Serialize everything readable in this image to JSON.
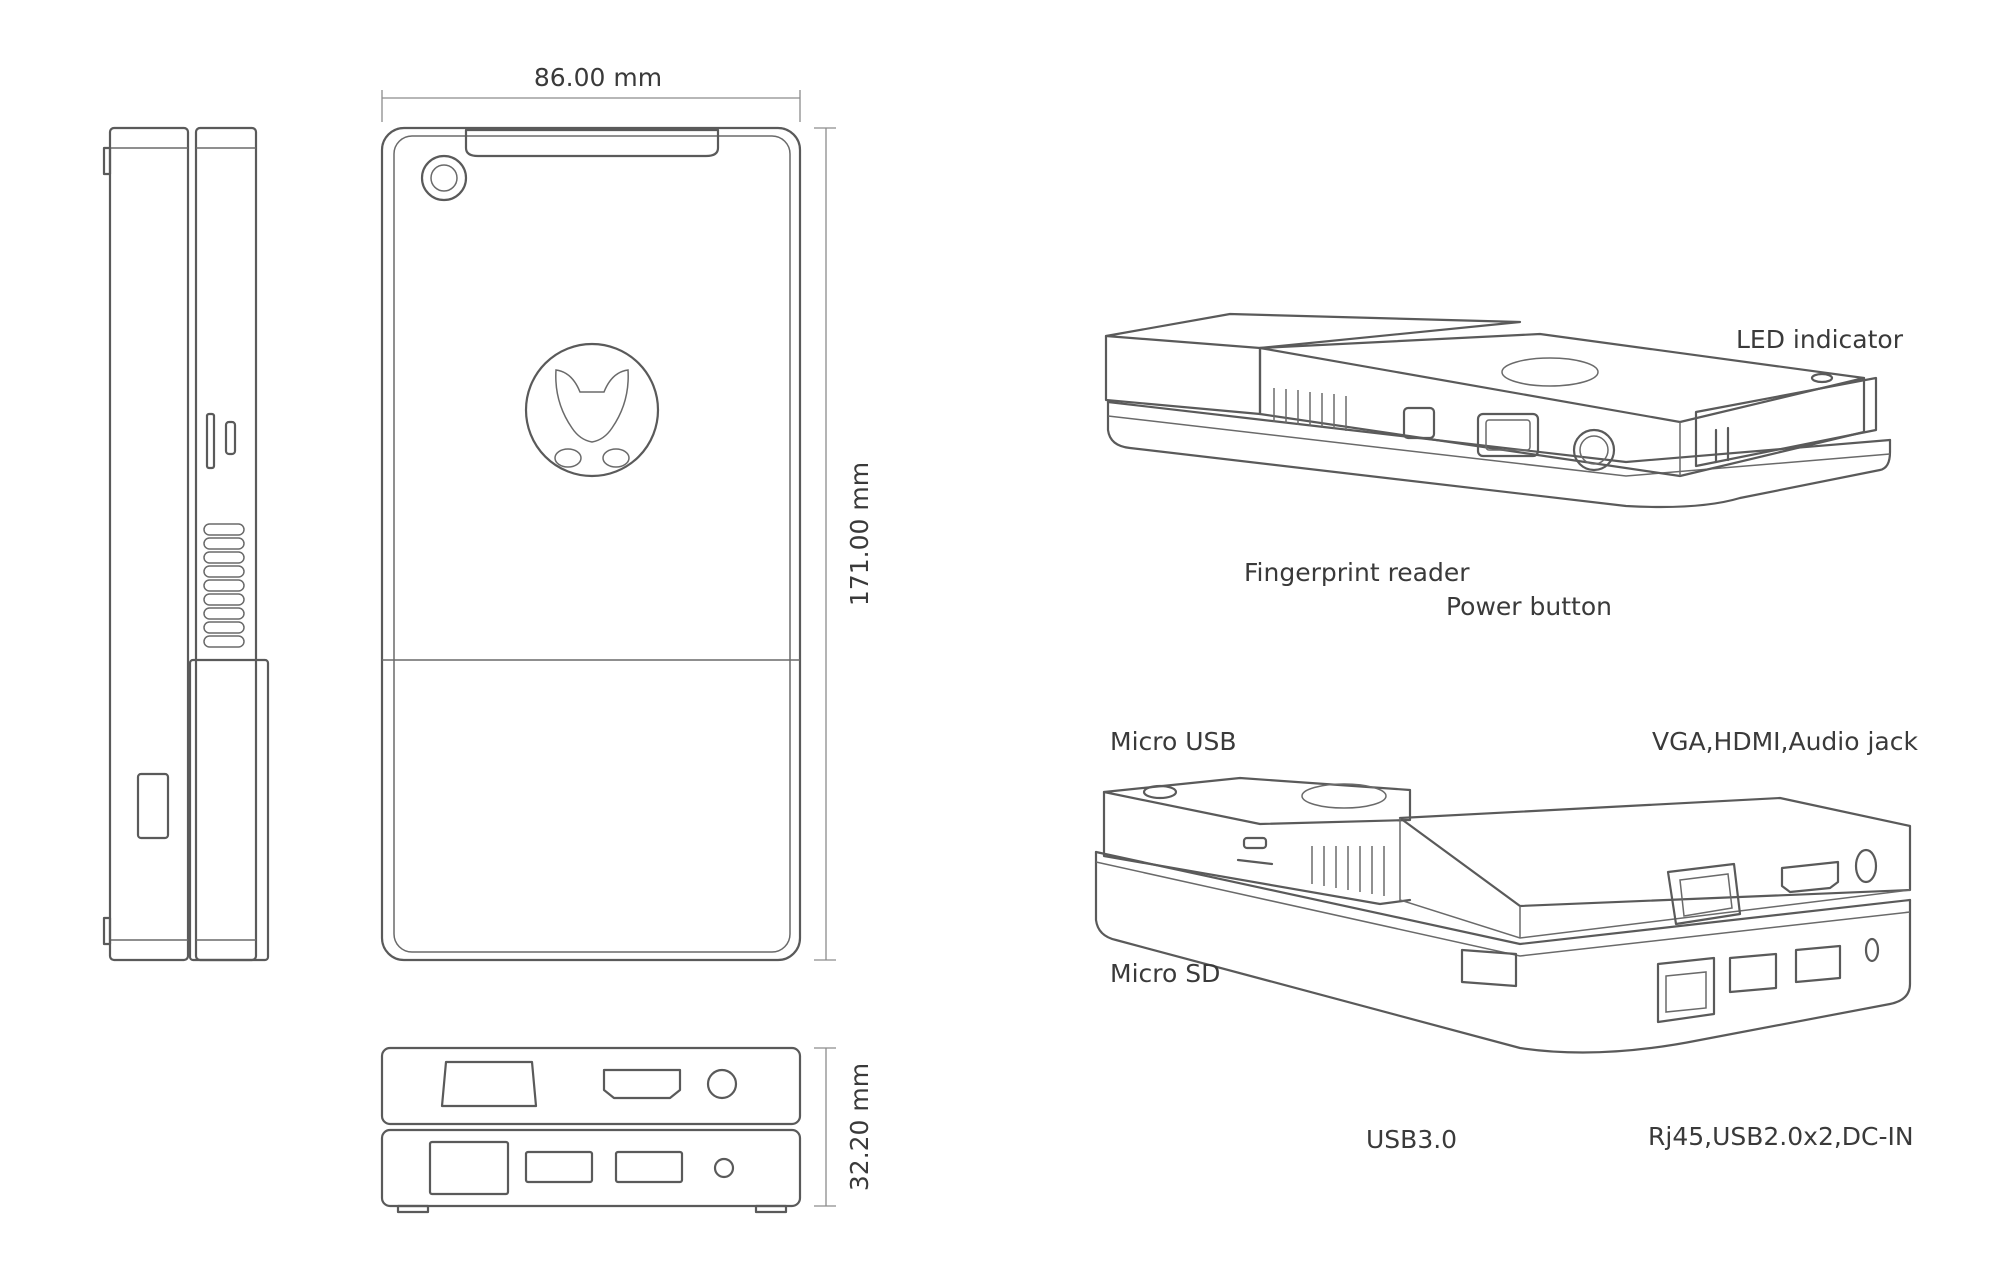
{
  "dimensions": {
    "width": "86.00 mm",
    "height": "171.00 mm",
    "depth": "32.20 mm"
  },
  "labels": {
    "led": "LED indicator",
    "fingerprint": "Fingerprint reader",
    "power": "Power button",
    "micro_usb": "Micro USB",
    "vga": "VGA,HDMI,Audio jack",
    "micro_sd": "Micro SD",
    "usb3": "USB3.0",
    "rj45": "Rj45,USB2.0x2,DC-IN"
  }
}
